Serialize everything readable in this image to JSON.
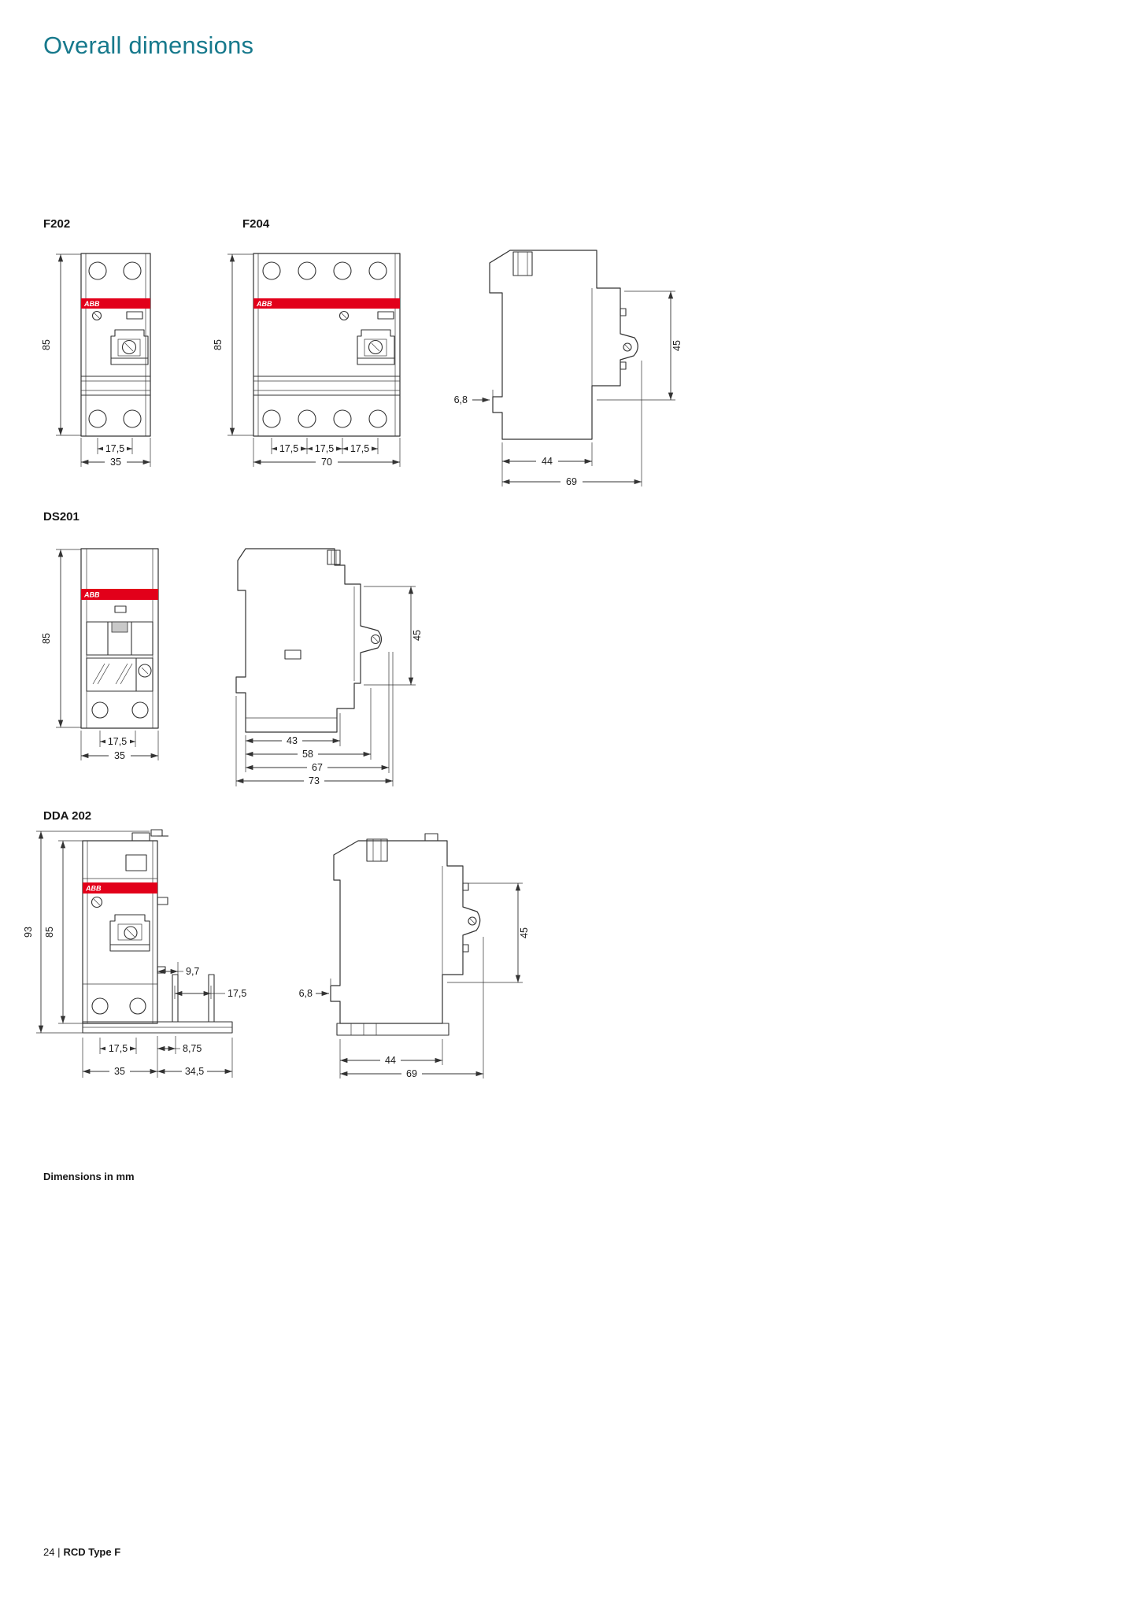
{
  "page": {
    "title": "Overall dimensions",
    "units_note": "Dimensions in mm",
    "page_number": "24 |",
    "doc_title": "RCD Type F"
  },
  "brand": {
    "logo": "ABB"
  },
  "colors": {
    "accent_teal": "#17798c",
    "brand_red": "#e2001a",
    "line": "#333333"
  },
  "f202": {
    "label": "F202",
    "dim_height": "85",
    "dim_pitch": "17,5",
    "dim_width": "35"
  },
  "f204": {
    "label": "F204",
    "dim_height": "85",
    "dim_pitch_1": "17,5",
    "dim_pitch_2": "17,5",
    "dim_pitch_3": "17,5",
    "dim_width": "70"
  },
  "f_side": {
    "dim_clip": "6,8",
    "dim_front": "45",
    "dim_depth": "44",
    "dim_total": "69"
  },
  "ds201": {
    "label": "DS201",
    "dim_height": "85",
    "dim_pitch": "17,5",
    "dim_width": "35"
  },
  "ds201_side": {
    "dim_front": "45",
    "dim_a": "43",
    "dim_b": "58",
    "dim_c": "67",
    "dim_d": "73"
  },
  "dda202": {
    "label": "DDA 202",
    "dim_total_height": "93",
    "dim_height": "85",
    "dim_pin_offset": "9,7",
    "dim_pin_pitch": "17,5",
    "dim_pitch": "17,5",
    "dim_offset": "8,75",
    "dim_width": "35",
    "dim_ext_width": "34,5"
  },
  "dda_side": {
    "dim_clip": "6,8",
    "dim_front": "45",
    "dim_depth": "44",
    "dim_total": "69"
  }
}
